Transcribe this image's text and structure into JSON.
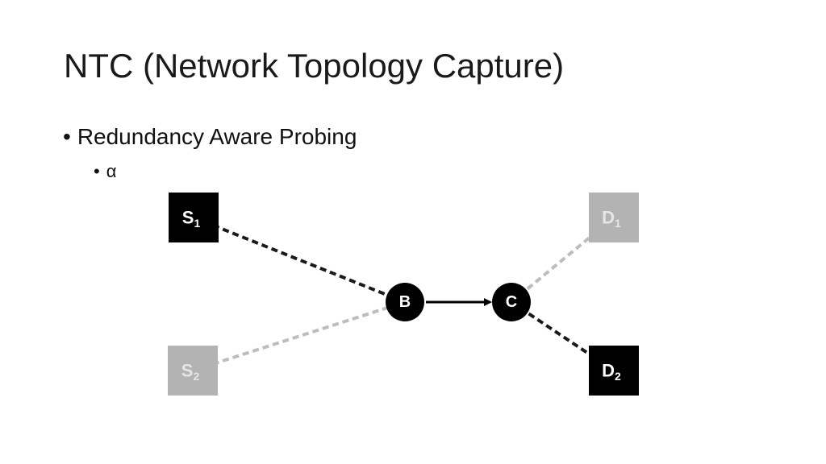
{
  "slide": {
    "title": "NTC (Network Topology Capture)",
    "bullet_1": "Redundancy Aware Probing",
    "bullet_1_marker": "•",
    "bullet_2": "α",
    "bullet_2_marker": "•"
  },
  "diagram": {
    "nodes": [
      {
        "id": "S1",
        "label": "S",
        "sub": "1",
        "shape": "square",
        "style": "active"
      },
      {
        "id": "S2",
        "label": "S",
        "sub": "2",
        "shape": "square",
        "style": "faded"
      },
      {
        "id": "B",
        "label": "B",
        "sub": "",
        "shape": "circle",
        "style": "active"
      },
      {
        "id": "C",
        "label": "C",
        "sub": "",
        "shape": "circle",
        "style": "active"
      },
      {
        "id": "D1",
        "label": "D",
        "sub": "1",
        "shape": "square",
        "style": "faded"
      },
      {
        "id": "D2",
        "label": "D",
        "sub": "2",
        "shape": "square",
        "style": "active"
      }
    ],
    "edges": [
      {
        "from": "S1",
        "to": "B",
        "style": "dashed-dark"
      },
      {
        "from": "S2",
        "to": "B",
        "style": "dashed-light"
      },
      {
        "from": "B",
        "to": "C",
        "style": "solid-arrow"
      },
      {
        "from": "C",
        "to": "D1",
        "style": "dashed-light"
      },
      {
        "from": "C",
        "to": "D2",
        "style": "dashed-dark"
      }
    ],
    "colors": {
      "active": "#000000",
      "faded": "#b3b3b3",
      "dark_edge": "#1a1a1a",
      "light_edge": "#bdbdbd",
      "label_active": "#ffffff",
      "label_faded": "#e6e6e6"
    }
  }
}
